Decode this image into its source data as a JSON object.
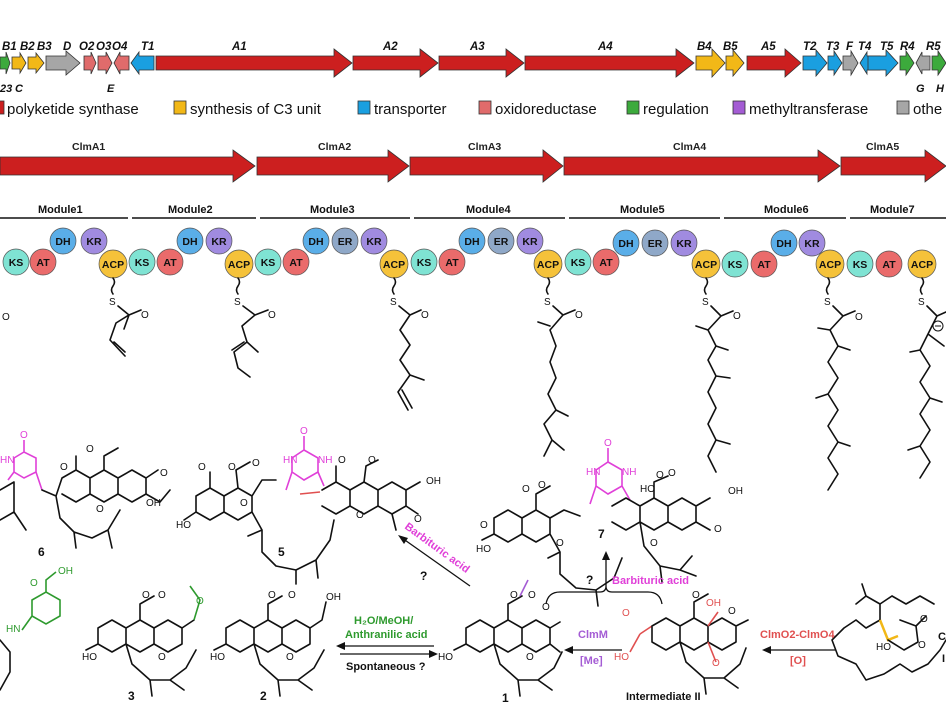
{
  "gene_cluster": {
    "labels": [
      "B1",
      "B2",
      "B3",
      "D",
      "O2",
      "O3",
      "O4",
      "T1",
      "A1",
      "A2",
      "A3",
      "A4",
      "B4",
      "B5",
      "A5",
      "T2",
      "T3",
      "F",
      "T4",
      "T5",
      "R4",
      "R5"
    ],
    "sub_labels": [
      "23",
      "C",
      "E",
      "G",
      "H"
    ],
    "colors": {
      "polyketide_synthase": "#cc1f1f",
      "c3_unit": "#f2b817",
      "transporter": "#1a9fe0",
      "oxidoreductase": "#e06b6b",
      "regulation": "#3caa3c",
      "methyltransferase": "#a45cd4",
      "other": "#a6a6a6"
    }
  },
  "legend": [
    {
      "label": "polyketide synthase",
      "color": "#cc1f1f"
    },
    {
      "label": "synthesis of C3 unit",
      "color": "#f2b817"
    },
    {
      "label": "transporter",
      "color": "#1a9fe0"
    },
    {
      "label": "oxidoreductase",
      "color": "#e06b6b"
    },
    {
      "label": "regulation",
      "color": "#3caa3c"
    },
    {
      "label": "methyltransferase",
      "color": "#a45cd4"
    },
    {
      "label": "othe",
      "color": "#a6a6a6"
    }
  ],
  "proteins": [
    "ClmA1",
    "ClmA2",
    "ClmA3",
    "ClmA4",
    "ClmA5"
  ],
  "modules": [
    "Module1",
    "Module2",
    "Module3",
    "Module4",
    "Module5",
    "Module6",
    "Module7"
  ],
  "domain_types": {
    "KS": "#7fe3d3",
    "AT": "#ea6b6b",
    "DH": "#5aaee8",
    "KR": "#a08be0",
    "ER": "#8fa8c8",
    "ACP": "#f5c23a"
  },
  "domain_labels": {
    "KS": "KS",
    "AT": "AT",
    "DH": "DH",
    "KR": "KR",
    "ER": "ER",
    "ACP": "ACP"
  },
  "atoms": {
    "S": "S",
    "O": "O",
    "OH": "OH",
    "NH": "NH",
    "HN": "HN",
    "HO": "HO",
    "H": "H"
  },
  "compounds": {
    "c6": "6",
    "c5": "5",
    "c7": "7",
    "c3": "3",
    "c2": "2",
    "c1": "1",
    "intermediate": "Intermediate II"
  },
  "reactions": {
    "barbituric_1": "Barbituric acid",
    "barbituric_2": "Barbituric acid",
    "question_1": "?",
    "question_2": "?",
    "solvolysis_line1": "H₂O/MeOH/",
    "solvolysis_line2": "Anthranilic acid",
    "spontaneous": "Spontaneous ?",
    "clmm": "ClmM",
    "me": "[Me]",
    "oxidases": "ClmO2-ClmO4",
    "ox": "[O]",
    "partial_c": "C",
    "partial_i": "I"
  }
}
